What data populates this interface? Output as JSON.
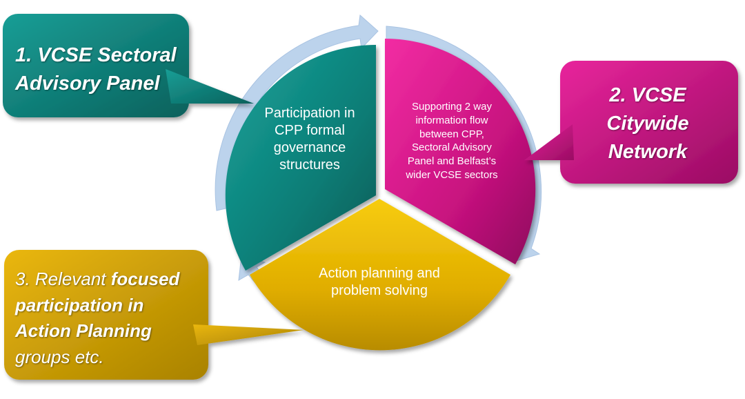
{
  "callouts": {
    "vcse_sectoral_advisory_panel": {
      "line1": "1. VCSE Sectoral",
      "line2": "Advisory Panel"
    },
    "vcse_citywide_network": {
      "line1": "2. VCSE",
      "line2": "Citywide",
      "line3": "Network"
    },
    "relevant_focused_participation": {
      "line1_plain": "3. Relevant ",
      "line1_bold": "focused",
      "line2": "participation in",
      "line3": "Action Planning",
      "line4": "groups etc."
    }
  },
  "segments": {
    "participation": [
      "Participation in",
      "CPP formal",
      "governance",
      "structures"
    ],
    "information_flow": [
      "Supporting 2 way",
      "information flow",
      "between CPP,",
      "Sectoral Advisory",
      "Panel and Belfast’s",
      "wider VCSE sectors"
    ],
    "action_planning": [
      "Action planning and",
      "problem solving"
    ]
  },
  "colors": {
    "teal": "#0f807a",
    "magenta": "#c4127e",
    "gold": "#e0b000",
    "ring": "#bcd3ec"
  }
}
